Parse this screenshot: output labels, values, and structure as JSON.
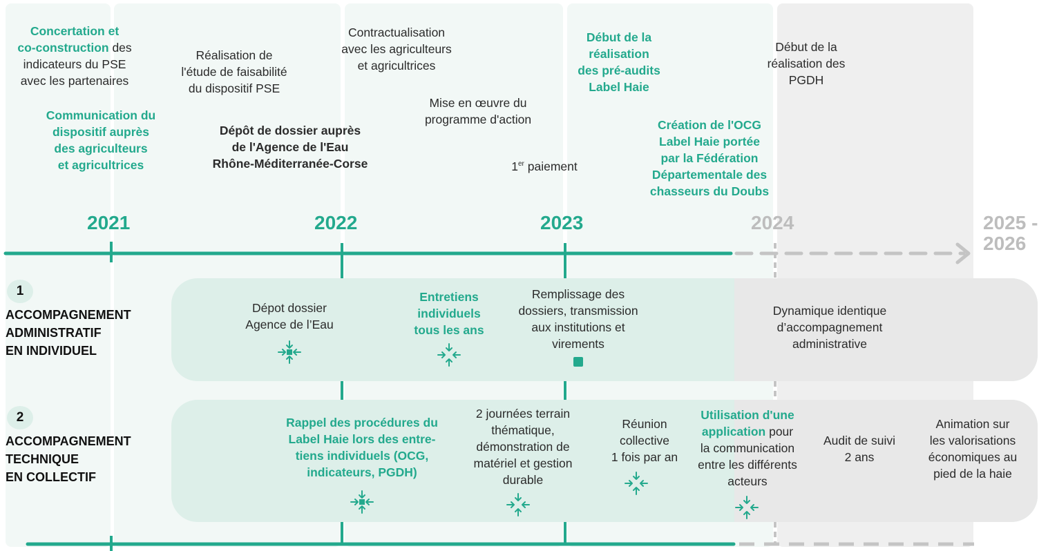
{
  "years": {
    "y2021": "2021",
    "y2022": "2022",
    "y2023": "2023",
    "y2024": "2024",
    "y2025a": "2025 -",
    "y2025b": "2026"
  },
  "top": {
    "concertation_teal_1": "Concertation et",
    "concertation_teal_2": "co-construction",
    "concertation_rest_2": " des",
    "concertation_3": "indicateurs du PSE",
    "concertation_4": "avec les partenaires",
    "communication": [
      "Communication du",
      "dispositif auprès",
      "des agriculteurs",
      "et agricultrices"
    ],
    "realisation": [
      "Réalisation de",
      "l'étude de faisabilité",
      "du dispositif PSE"
    ],
    "depot": [
      "Dépôt de dossier auprès",
      "de l'Agence de l'Eau",
      "Rhône-Méditerranée-Corse"
    ],
    "contractualisation": [
      "Contractualisation",
      "avec les agriculteurs",
      "et agricultrices"
    ],
    "mise_en_oeuvre": [
      "Mise en œuvre du",
      "programme d'action"
    ],
    "paiement_prefix": "1",
    "paiement_sup": "er",
    "paiement_suffix": " paiement",
    "debut_preaudits": [
      "Début de la",
      "réalisation",
      "des pré-audits",
      "Label Haie"
    ],
    "creation_ocg": [
      "Création de l'OCG",
      "Label Haie portée",
      "par la Fédération",
      "Départementale des",
      "chasseurs du Doubs"
    ],
    "debut_pgdh": [
      "Début de la",
      "réalisation des",
      "PGDH"
    ]
  },
  "row1": {
    "number": "1",
    "label": [
      "ACCOMPAGNEMENT",
      "ADMINISTRATIF",
      "EN INDIVIDUEL"
    ],
    "depot": [
      "Dépot dossier",
      "Agence de l’Eau"
    ],
    "entretiens": [
      "Entretiens",
      "individuels",
      "tous les ans"
    ],
    "remplissage": [
      "Remplissage des",
      "dossiers, transmission",
      "aux institutions et",
      "virements"
    ],
    "dynamique": [
      "Dynamique identique",
      "d’accompagnement",
      "administrative"
    ]
  },
  "row2": {
    "number": "2",
    "label": [
      "ACCOMPAGNEMENT",
      "TECHNIQUE",
      "EN COLLECTIF"
    ],
    "rappel": [
      "Rappel des procédures du",
      "Label Haie lors des entre-",
      "tiens individuels (OCG,",
      "indicateurs, PGDH)"
    ],
    "journees": [
      "2 journées terrain",
      "thématique,",
      "démonstration de",
      "matériel et gestion",
      "durable"
    ],
    "reunion": [
      "Réunion",
      "collective",
      "1 fois par an"
    ],
    "utilisation_teal": [
      "Utilisation d'une",
      "application"
    ],
    "utilisation_rest_2": " pour",
    "utilisation_rest": [
      "la communication",
      "entre les différents",
      "acteurs"
    ],
    "audit": [
      "Audit de suivi",
      "2 ans"
    ],
    "animation": [
      "Animation sur",
      "les valorisations",
      "économiques au",
      "pied de la haie"
    ]
  },
  "colors": {
    "teal": "#23a98d",
    "grey": "#bdbdbd",
    "band_green": "#ddefe9",
    "band_grey": "#e8e8e8",
    "bg_green": "#f2f8f6",
    "bg_grey": "#efefef"
  },
  "icons": {
    "converge": "converge-arrows-icon",
    "square": "square-marker-icon"
  }
}
